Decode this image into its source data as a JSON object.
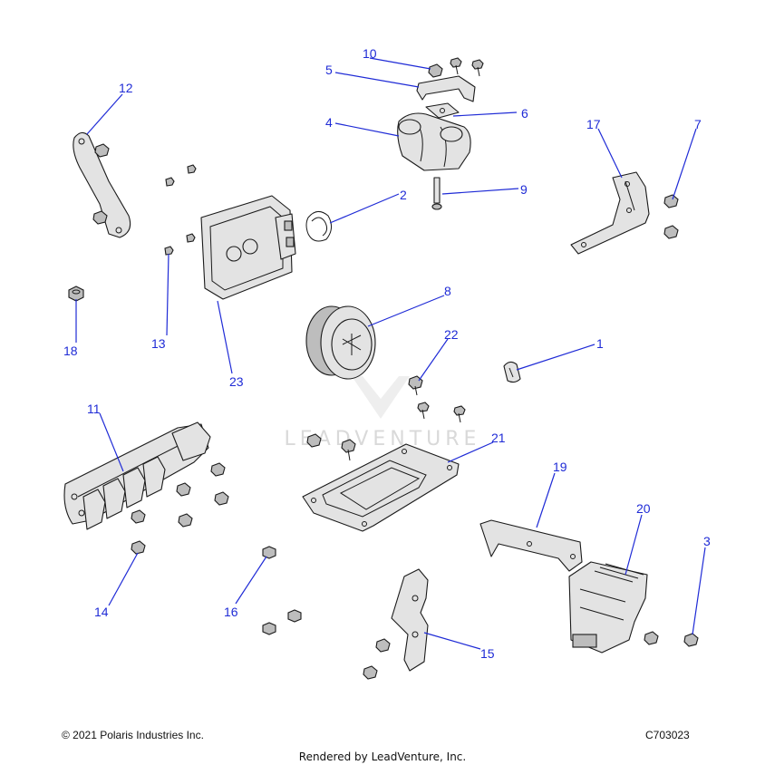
{
  "callouts": [
    "1",
    "2",
    "3",
    "4",
    "5",
    "6",
    "7",
    "8",
    "9",
    "10",
    "11",
    "12",
    "13",
    "14",
    "15",
    "16",
    "17",
    "18",
    "19",
    "20",
    "21",
    "22",
    "23"
  ],
  "footer": {
    "copyright": "© 2021 Polaris Industries Inc.",
    "diagram_code": "C703023",
    "rendered_by": "Rendered by LeadVenture, Inc."
  },
  "watermark": {
    "text": "LEADVENTURE"
  },
  "colors": {
    "callout": "#1f2bd6",
    "line_art": "#1a1a1a",
    "part_fill": "#e3e3e3"
  }
}
